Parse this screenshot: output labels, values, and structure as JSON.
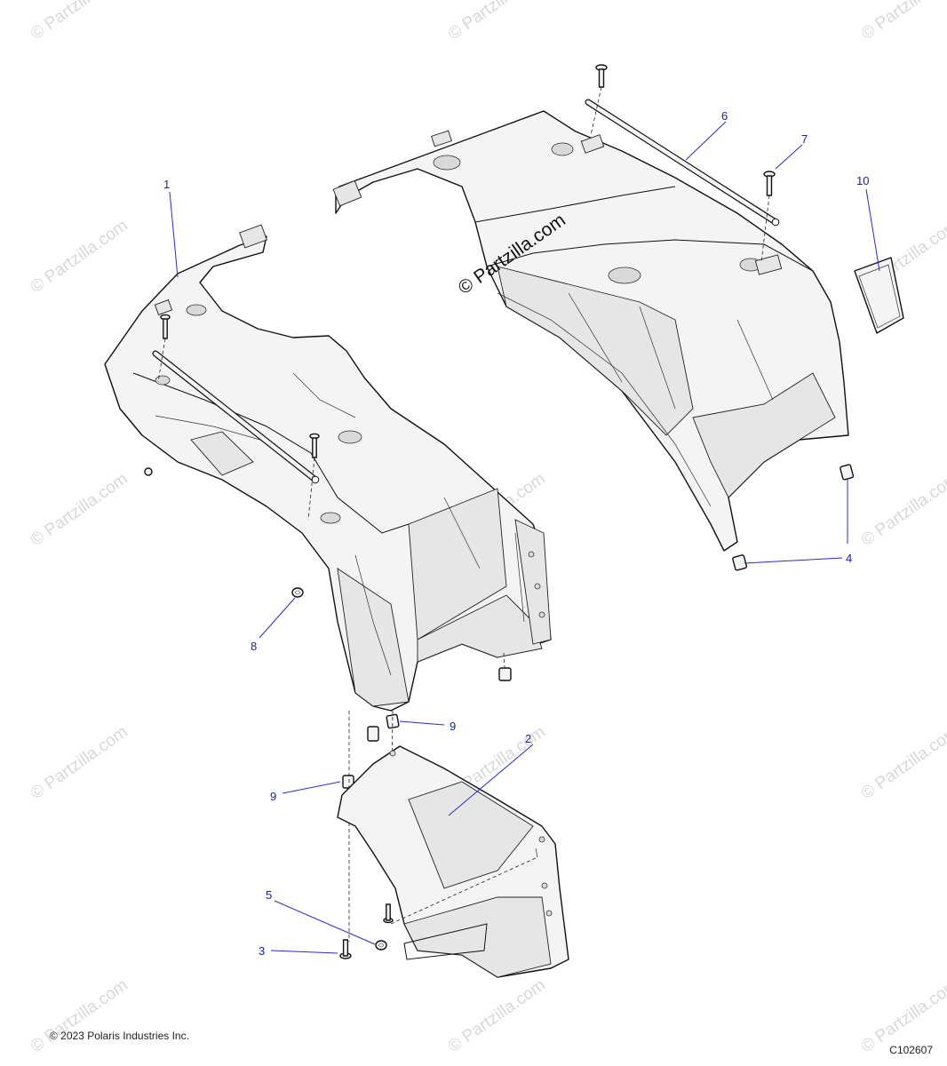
{
  "watermark": {
    "text": "© Partzilla.com"
  },
  "callouts": [
    {
      "id": "1",
      "label": "1"
    },
    {
      "id": "2",
      "label": "2"
    },
    {
      "id": "3",
      "label": "3"
    },
    {
      "id": "4",
      "label": "4"
    },
    {
      "id": "5",
      "label": "5"
    },
    {
      "id": "6",
      "label": "6"
    },
    {
      "id": "7",
      "label": "7"
    },
    {
      "id": "8",
      "label": "8"
    },
    {
      "id": "9a",
      "label": "9"
    },
    {
      "id": "9b",
      "label": "9"
    },
    {
      "id": "10",
      "label": "10"
    }
  ],
  "footer": {
    "copyright": "© 2023 Polaris Industries Inc.",
    "diagram_code": "C102607"
  },
  "colors": {
    "callout": "#1a1ab4",
    "line_art": "#111111",
    "watermark": "#d8d8d8"
  }
}
